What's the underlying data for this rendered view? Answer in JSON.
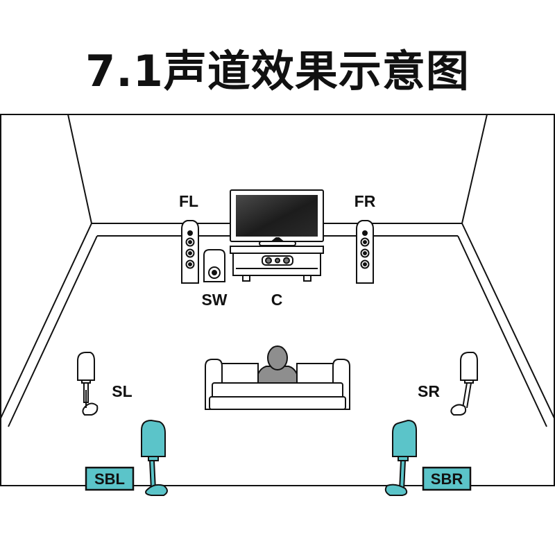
{
  "title": "7.1声道效果示意图",
  "labels": {
    "fl": "FL",
    "fr": "FR",
    "sw": "SW",
    "c": "C",
    "sl": "SL",
    "sr": "SR",
    "sbl": "SBL",
    "sbr": "SBR"
  },
  "colors": {
    "line": "#111111",
    "surround_back_fill": "#5bc4c9",
    "badge_fill": "#5bc4c9",
    "screen_dark": "#2a2a2a",
    "background": "#ffffff"
  }
}
